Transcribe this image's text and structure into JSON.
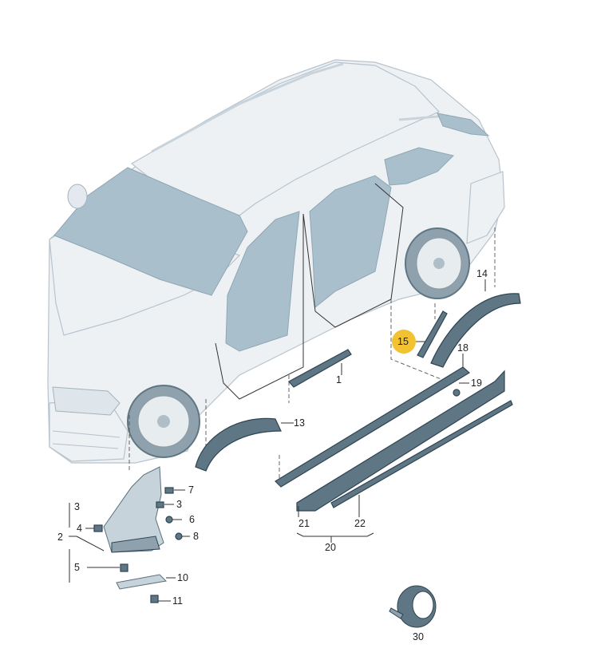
{
  "parts": {
    "p1": "1",
    "p2": "2",
    "p3a": "3",
    "p3b": "3",
    "p4": "4",
    "p5": "5",
    "p6": "6",
    "p7": "7",
    "p8": "8",
    "p10": "10",
    "p11": "11",
    "p13": "13",
    "p14": "14",
    "p15": "15",
    "p18": "18",
    "p19": "19",
    "p20": "20",
    "p21": "21",
    "p22": "22",
    "p30": "30"
  },
  "colors": {
    "highlight": "#f2c230",
    "part": "#5f7684",
    "glass": "#a9bfcc",
    "body": "#eef1f4"
  },
  "highlighted_part": "15"
}
